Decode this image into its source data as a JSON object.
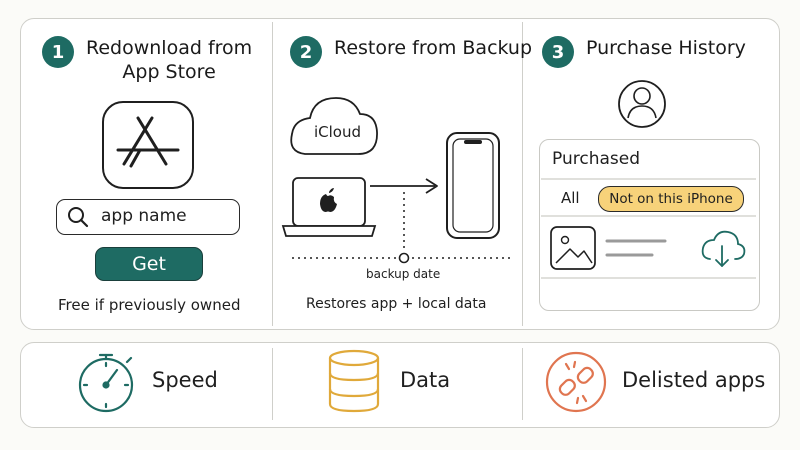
{
  "steps": [
    {
      "number": "1",
      "title_line1": "Redownload from",
      "title_line2": "App Store"
    },
    {
      "number": "2",
      "title": "Restore from Backup"
    },
    {
      "number": "3",
      "title": "Purchase History"
    }
  ],
  "step1": {
    "search_value": "app name",
    "get_label": "Get",
    "caption": "Free if previously owned"
  },
  "step2": {
    "cloud_label": "iCloud",
    "backup_label": "backup date",
    "caption": "Restores app + local data"
  },
  "step3": {
    "card_title": "Purchased",
    "filter_all": "All",
    "filter_active": "Not on this iPhone"
  },
  "factors": [
    {
      "label": "Speed",
      "icon": "stopwatch-icon",
      "color": "#1e6b63"
    },
    {
      "label": "Data",
      "icon": "database-icon",
      "color": "#e0a93a"
    },
    {
      "label": "Delisted apps",
      "icon": "broken-link-icon",
      "color": "#e07550"
    }
  ]
}
